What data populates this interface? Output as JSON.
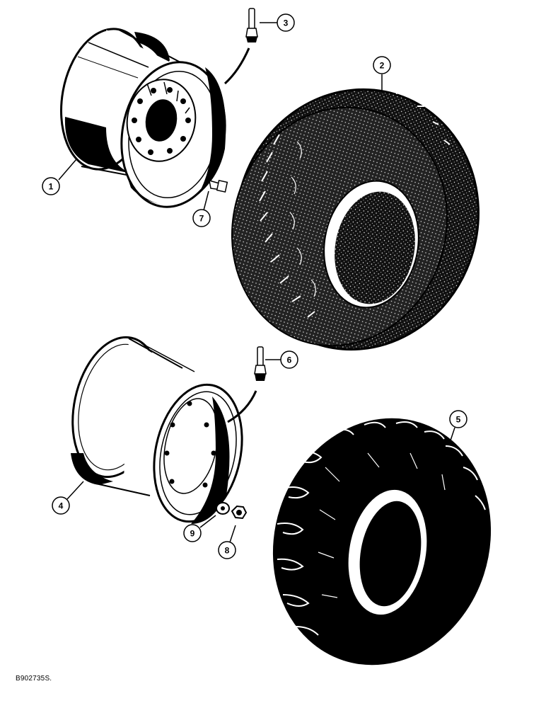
{
  "figure": {
    "reference_code": "B902735S.",
    "callouts": [
      {
        "id": "callout-1",
        "number": "1"
      },
      {
        "id": "callout-2",
        "number": "2"
      },
      {
        "id": "callout-3",
        "number": "3"
      },
      {
        "id": "callout-4",
        "number": "4"
      },
      {
        "id": "callout-5",
        "number": "5"
      },
      {
        "id": "callout-6",
        "number": "6"
      },
      {
        "id": "callout-7",
        "number": "7"
      },
      {
        "id": "callout-8",
        "number": "8"
      },
      {
        "id": "callout-9",
        "number": "9"
      }
    ],
    "parts": [
      {
        "name": "upper-wheel-rim",
        "callout": "1"
      },
      {
        "name": "upper-tire",
        "callout": "2"
      },
      {
        "name": "upper-valve-stem",
        "callout": "3"
      },
      {
        "name": "lower-wheel-rim",
        "callout": "4"
      },
      {
        "name": "lower-tire",
        "callout": "5"
      },
      {
        "name": "lower-valve-stem",
        "callout": "6"
      },
      {
        "name": "wheel-bolt",
        "callout": "7"
      },
      {
        "name": "wheel-nut",
        "callout": "8"
      },
      {
        "name": "washer",
        "callout": "9"
      }
    ],
    "colors": {
      "ink": "#000000",
      "paper": "#ffffff"
    }
  }
}
